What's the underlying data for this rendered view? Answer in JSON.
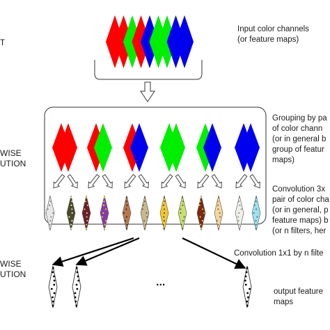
{
  "colors": {
    "red": "#ff0000",
    "green": "#00ee00",
    "blue": "#0000ee",
    "arrow": "#000000",
    "frame": "#333333"
  },
  "left_labels": {
    "top": "T",
    "depthwise": [
      "WISE",
      "UTION"
    ],
    "pointwise": [
      "WISE",
      "UTION"
    ]
  },
  "right_labels": {
    "input": [
      "Input color channels",
      "(or feature maps)"
    ],
    "grouping": [
      "Grouping by pa",
      "of color chann",
      "(or in general b",
      "group of featur",
      "maps)"
    ],
    "conv3": [
      "Convolution 3x",
      "pair of color cha",
      "(or in general, p",
      "feature maps) b",
      "(or n filters, her"
    ],
    "conv1": "Convolution 1x1 by n filte",
    "output": [
      "output feature",
      "maps"
    ]
  },
  "ellipsis": "...",
  "input_stack": [
    "red",
    "red",
    "green",
    "red",
    "blue",
    "green",
    "green",
    "blue",
    "blue"
  ],
  "groups": [
    [
      "red",
      "red"
    ],
    [
      "red",
      "green"
    ],
    [
      "red",
      "blue"
    ],
    [
      "green",
      "green"
    ],
    [
      "green",
      "blue"
    ],
    [
      "blue",
      "blue"
    ]
  ],
  "filters": [
    {
      "fill": "#e8e8e8",
      "dots": "#888888"
    },
    {
      "fill": "#4a4a2a",
      "dots": "#e8e8c8"
    },
    {
      "fill": "#6a2030",
      "dots": "#f0c040"
    },
    {
      "fill": "#8a3aa8",
      "dots": "#f0d020"
    },
    {
      "fill": "#b87850",
      "dots": "#4a2a20"
    },
    {
      "fill": "#c8b890",
      "dots": "#7a6040"
    },
    {
      "fill": "#f0c830",
      "dots": "#7a4a10"
    },
    {
      "fill": "#c8e070",
      "dots": "#5a7020"
    },
    {
      "fill": "#7a2a10",
      "dots": "#f0c060"
    },
    {
      "fill": "#f0d8a0",
      "dots": "#a06030"
    },
    {
      "fill": "#f0f0e8",
      "dots": "#909090"
    },
    {
      "fill": "#a0e0f0",
      "dots": "#3080a0"
    }
  ],
  "outputs": 3
}
